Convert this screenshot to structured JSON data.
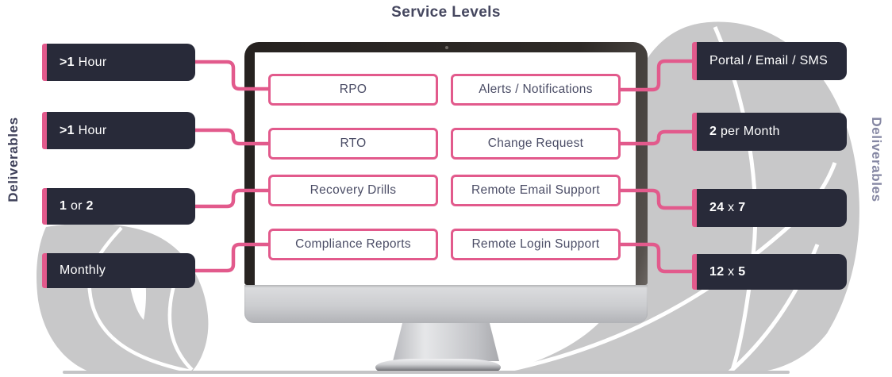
{
  "title": "Service Levels",
  "side_labels": {
    "left": "Deliverables",
    "right": "Deliverables"
  },
  "colors": {
    "pink": "#e25a8c",
    "dark_box": "#282a39",
    "box_text": "#4b4d66",
    "title_text": "#45475f",
    "left_label_text": "#3f415a",
    "right_label_text": "#8587a3",
    "leaf_gray": "#c8c8c9"
  },
  "screen": {
    "columns": [
      {
        "boxes": [
          "RPO",
          "RTO",
          "Recovery Drills",
          "Compliance Reports"
        ]
      },
      {
        "boxes": [
          "Alerts / Notifications",
          "Change Request",
          "Remote Email Support",
          "Remote Login Support"
        ]
      }
    ]
  },
  "deliverables": {
    "left": [
      {
        "label": ">1 Hour",
        "segments": [
          {
            "text": ">1",
            "bold": true
          },
          {
            "text": " Hour",
            "bold": false
          }
        ]
      },
      {
        "label": ">1 Hour",
        "segments": [
          {
            "text": ">1",
            "bold": true
          },
          {
            "text": " Hour",
            "bold": false
          }
        ]
      },
      {
        "label": "1 or 2",
        "segments": [
          {
            "text": "1",
            "bold": true
          },
          {
            "text": " or ",
            "bold": false
          },
          {
            "text": "2",
            "bold": true
          }
        ]
      },
      {
        "label": "Monthly",
        "segments": [
          {
            "text": "Monthly",
            "bold": false
          }
        ]
      }
    ],
    "right": [
      {
        "label": "Portal / Email / SMS",
        "segments": [
          {
            "text": "Portal / Email / SMS",
            "bold": false
          }
        ]
      },
      {
        "label": "2 per Month",
        "segments": [
          {
            "text": "2",
            "bold": true
          },
          {
            "text": " per Month",
            "bold": false
          }
        ]
      },
      {
        "label": "24 x 7",
        "segments": [
          {
            "text": "24",
            "bold": true
          },
          {
            "text": " x ",
            "bold": false
          },
          {
            "text": "7",
            "bold": true
          }
        ]
      },
      {
        "label": "12 x 5",
        "segments": [
          {
            "text": "12",
            "bold": true
          },
          {
            "text": " x ",
            "bold": false
          },
          {
            "text": "5",
            "bold": true
          }
        ]
      }
    ]
  }
}
